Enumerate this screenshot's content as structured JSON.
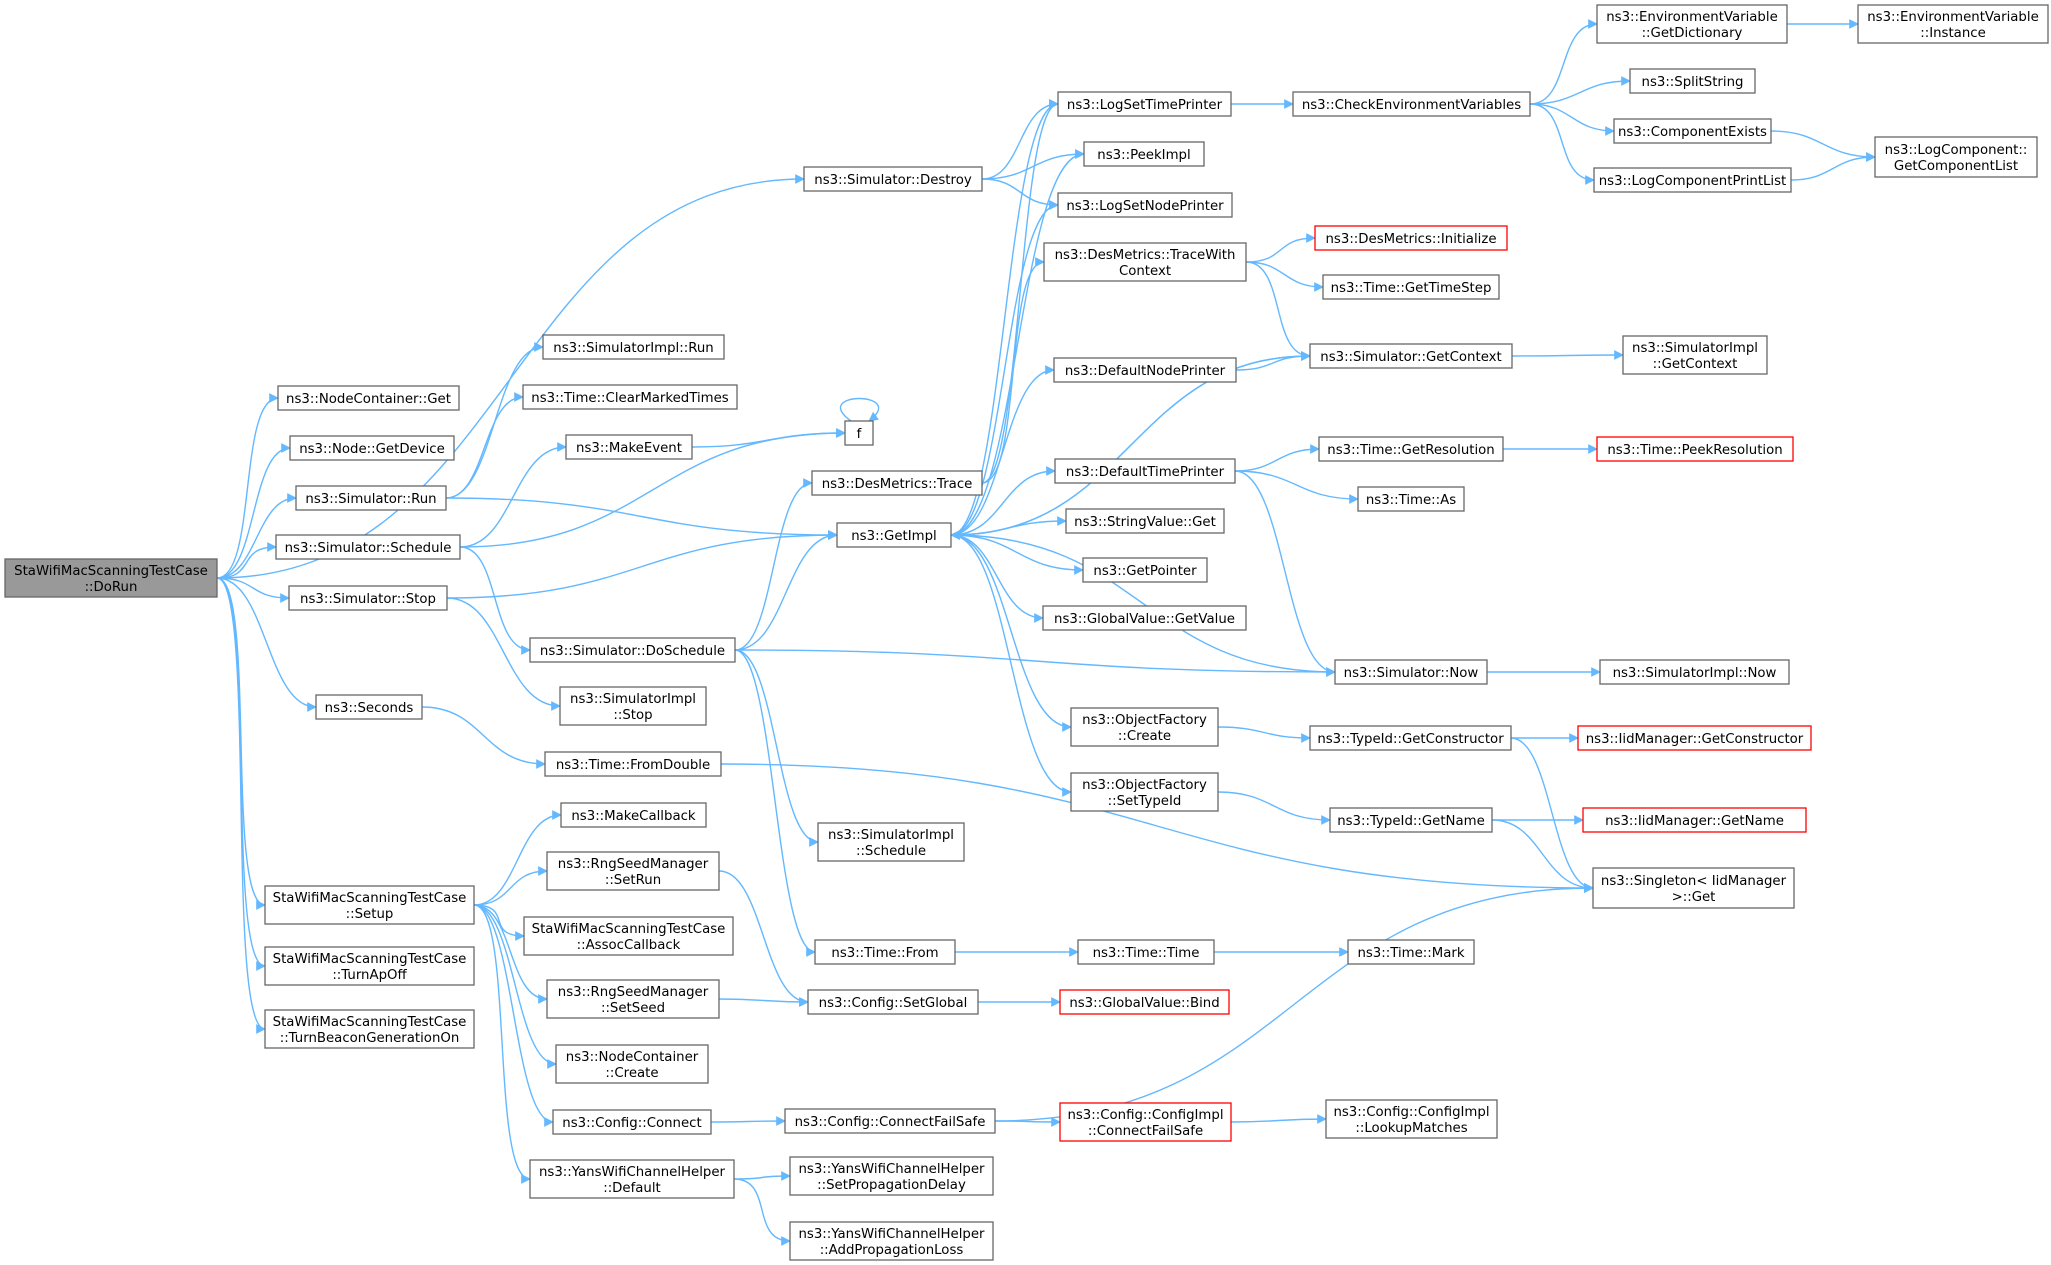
{
  "colors": {
    "edge": "#63b8ff",
    "node_border": "#666666",
    "root_fill": "#999999",
    "truncated_border": "#ff0000"
  },
  "nodes": [
    {
      "id": "root",
      "lines": [
        "StaWifiMacScanningTestCase",
        "::DoRun"
      ],
      "style": "root"
    },
    {
      "id": "destroy",
      "lines": [
        "ns3::Simulator::Destroy"
      ]
    },
    {
      "id": "nodecontainer_get",
      "lines": [
        "ns3::NodeContainer::Get"
      ]
    },
    {
      "id": "node_getdevice",
      "lines": [
        "ns3::Node::GetDevice"
      ]
    },
    {
      "id": "sim_run",
      "lines": [
        "ns3::Simulator::Run"
      ]
    },
    {
      "id": "sim_schedule",
      "lines": [
        "ns3::Simulator::Schedule"
      ]
    },
    {
      "id": "sim_stop",
      "lines": [
        "ns3::Simulator::Stop"
      ]
    },
    {
      "id": "seconds",
      "lines": [
        "ns3::Seconds"
      ]
    },
    {
      "id": "setup",
      "lines": [
        "StaWifiMacScanningTestCase",
        "::Setup"
      ]
    },
    {
      "id": "turnapoff",
      "lines": [
        "StaWifiMacScanningTestCase",
        "::TurnApOff"
      ]
    },
    {
      "id": "turnbeacon",
      "lines": [
        "StaWifiMacScanningTestCase",
        "::TurnBeaconGenerationOn"
      ]
    },
    {
      "id": "simimpl_run",
      "lines": [
        "ns3::SimulatorImpl::Run"
      ]
    },
    {
      "id": "clearmarked",
      "lines": [
        "ns3::Time::ClearMarkedTimes"
      ]
    },
    {
      "id": "makeevent",
      "lines": [
        "ns3::MakeEvent"
      ]
    },
    {
      "id": "f",
      "lines": [
        "f"
      ]
    },
    {
      "id": "desmetrics_trace",
      "lines": [
        "ns3::DesMetrics::Trace"
      ]
    },
    {
      "id": "getimpl",
      "lines": [
        "ns3::GetImpl"
      ]
    },
    {
      "id": "doschedule",
      "lines": [
        "ns3::Simulator::DoSchedule"
      ]
    },
    {
      "id": "simimpl_stop",
      "lines": [
        "ns3::SimulatorImpl",
        "::Stop"
      ]
    },
    {
      "id": "fromdouble",
      "lines": [
        "ns3::Time::FromDouble"
      ]
    },
    {
      "id": "makecallback",
      "lines": [
        "ns3::MakeCallback"
      ]
    },
    {
      "id": "rng_setrun",
      "lines": [
        "ns3::RngSeedManager",
        "::SetRun"
      ]
    },
    {
      "id": "assoccallback",
      "lines": [
        "StaWifiMacScanningTestCase",
        "::AssocCallback"
      ]
    },
    {
      "id": "rng_setseed",
      "lines": [
        "ns3::RngSeedManager",
        "::SetSeed"
      ]
    },
    {
      "id": "nc_create",
      "lines": [
        "ns3::NodeContainer",
        "::Create"
      ]
    },
    {
      "id": "config_connect",
      "lines": [
        "ns3::Config::Connect"
      ]
    },
    {
      "id": "yans_default",
      "lines": [
        "ns3::YansWifiChannelHelper",
        "::Default"
      ]
    },
    {
      "id": "simimpl_schedule",
      "lines": [
        "ns3::SimulatorImpl",
        "::Schedule"
      ]
    },
    {
      "id": "time_from",
      "lines": [
        "ns3::Time::From"
      ]
    },
    {
      "id": "config_setglobal",
      "lines": [
        "ns3::Config::SetGlobal"
      ]
    },
    {
      "id": "config_connectfailsafe",
      "lines": [
        "ns3::Config::ConnectFailSafe"
      ]
    },
    {
      "id": "yans_setprop",
      "lines": [
        "ns3::YansWifiChannelHelper",
        "::SetPropagationDelay"
      ]
    },
    {
      "id": "yans_addloss",
      "lines": [
        "ns3::YansWifiChannelHelper",
        "::AddPropagationLoss"
      ]
    },
    {
      "id": "logsettimeprinter",
      "lines": [
        "ns3::LogSetTimePrinter"
      ]
    },
    {
      "id": "peekimpl",
      "lines": [
        "ns3::PeekImpl"
      ]
    },
    {
      "id": "logsetnodeprinter",
      "lines": [
        "ns3::LogSetNodePrinter"
      ]
    },
    {
      "id": "desmetrics_tracewithcontext",
      "lines": [
        "ns3::DesMetrics::TraceWith",
        "Context"
      ]
    },
    {
      "id": "defaultnodeprinter",
      "lines": [
        "ns3::DefaultNodePrinter"
      ]
    },
    {
      "id": "defaulttimeprinter",
      "lines": [
        "ns3::DefaultTimePrinter"
      ]
    },
    {
      "id": "stringvalue_get",
      "lines": [
        "ns3::StringValue::Get"
      ]
    },
    {
      "id": "getpointer",
      "lines": [
        "ns3::GetPointer"
      ]
    },
    {
      "id": "globalvalue_getvalue",
      "lines": [
        "ns3::GlobalValue::GetValue"
      ]
    },
    {
      "id": "of_create",
      "lines": [
        "ns3::ObjectFactory",
        "::Create"
      ]
    },
    {
      "id": "of_settypeid",
      "lines": [
        "ns3::ObjectFactory",
        "::SetTypeId"
      ]
    },
    {
      "id": "time_time",
      "lines": [
        "ns3::Time::Time"
      ]
    },
    {
      "id": "globalvalue_bind",
      "lines": [
        "ns3::GlobalValue::Bind"
      ],
      "style": "trunc"
    },
    {
      "id": "configimpl_connectfailsafe",
      "lines": [
        "ns3::Config::ConfigImpl",
        "::ConnectFailSafe"
      ],
      "style": "trunc"
    },
    {
      "id": "checkenv",
      "lines": [
        "ns3::CheckEnvironmentVariables"
      ]
    },
    {
      "id": "desmetrics_initialize",
      "lines": [
        "ns3::DesMetrics::Initialize"
      ],
      "style": "trunc"
    },
    {
      "id": "time_gettimestep",
      "lines": [
        "ns3::Time::GetTimeStep"
      ]
    },
    {
      "id": "sim_getcontext",
      "lines": [
        "ns3::Simulator::GetContext"
      ]
    },
    {
      "id": "time_getresolution",
      "lines": [
        "ns3::Time::GetResolution"
      ]
    },
    {
      "id": "time_as",
      "lines": [
        "ns3::Time::As"
      ]
    },
    {
      "id": "sim_now",
      "lines": [
        "ns3::Simulator::Now"
      ]
    },
    {
      "id": "typeid_getconstructor",
      "lines": [
        "ns3::TypeId::GetConstructor"
      ]
    },
    {
      "id": "typeid_getname",
      "lines": [
        "ns3::TypeId::GetName"
      ]
    },
    {
      "id": "time_mark",
      "lines": [
        "ns3::Time::Mark"
      ]
    },
    {
      "id": "configimpl_lookup",
      "lines": [
        "ns3::Config::ConfigImpl",
        "::LookupMatches"
      ]
    },
    {
      "id": "envvar_getdict",
      "lines": [
        "ns3::EnvironmentVariable",
        "::GetDictionary"
      ]
    },
    {
      "id": "splitstring",
      "lines": [
        "ns3::SplitString"
      ]
    },
    {
      "id": "componentexists",
      "lines": [
        "ns3::ComponentExists"
      ]
    },
    {
      "id": "logcomponentprintlist",
      "lines": [
        "ns3::LogComponentPrintList"
      ]
    },
    {
      "id": "simimpl_getcontext",
      "lines": [
        "ns3::SimulatorImpl",
        "::GetContext"
      ]
    },
    {
      "id": "time_peekresolution",
      "lines": [
        "ns3::Time::PeekResolution"
      ],
      "style": "trunc"
    },
    {
      "id": "simimpl_now",
      "lines": [
        "ns3::SimulatorImpl::Now"
      ]
    },
    {
      "id": "iid_getconstructor",
      "lines": [
        "ns3::IidManager::GetConstructor"
      ],
      "style": "trunc"
    },
    {
      "id": "iid_getname",
      "lines": [
        "ns3::IidManager::GetName"
      ],
      "style": "trunc"
    },
    {
      "id": "singleton_get",
      "lines": [
        "ns3::Singleton< IidManager",
        " >::Get"
      ]
    },
    {
      "id": "envvar_instance",
      "lines": [
        "ns3::EnvironmentVariable",
        "::Instance"
      ]
    },
    {
      "id": "logcomponent_getlist",
      "lines": [
        "ns3::LogComponent::",
        "GetComponentList"
      ]
    }
  ],
  "edges": [
    [
      "root",
      "destroy"
    ],
    [
      "root",
      "nodecontainer_get"
    ],
    [
      "root",
      "node_getdevice"
    ],
    [
      "root",
      "sim_run"
    ],
    [
      "root",
      "sim_schedule"
    ],
    [
      "root",
      "sim_stop"
    ],
    [
      "root",
      "seconds"
    ],
    [
      "root",
      "setup"
    ],
    [
      "root",
      "turnapoff"
    ],
    [
      "root",
      "turnbeacon"
    ],
    [
      "destroy",
      "logsettimeprinter"
    ],
    [
      "destroy",
      "peekimpl"
    ],
    [
      "destroy",
      "logsetnodeprinter"
    ],
    [
      "sim_run",
      "simimpl_run"
    ],
    [
      "sim_run",
      "clearmarked"
    ],
    [
      "sim_run",
      "getimpl"
    ],
    [
      "sim_schedule",
      "makeevent"
    ],
    [
      "sim_schedule",
      "f"
    ],
    [
      "sim_schedule",
      "doschedule"
    ],
    [
      "sim_stop",
      "getimpl"
    ],
    [
      "sim_stop",
      "simimpl_stop"
    ],
    [
      "seconds",
      "fromdouble"
    ],
    [
      "setup",
      "makecallback"
    ],
    [
      "setup",
      "rng_setrun"
    ],
    [
      "setup",
      "assoccallback"
    ],
    [
      "setup",
      "rng_setseed"
    ],
    [
      "setup",
      "nc_create"
    ],
    [
      "setup",
      "config_connect"
    ],
    [
      "setup",
      "yans_default"
    ],
    [
      "makeevent",
      "f"
    ],
    [
      "f",
      "f"
    ],
    [
      "doschedule",
      "desmetrics_trace"
    ],
    [
      "doschedule",
      "getimpl"
    ],
    [
      "doschedule",
      "sim_now"
    ],
    [
      "doschedule",
      "simimpl_schedule"
    ],
    [
      "doschedule",
      "time_from"
    ],
    [
      "desmetrics_trace",
      "desmetrics_tracewithcontext"
    ],
    [
      "desmetrics_trace",
      "logsettimeprinter"
    ],
    [
      "getimpl",
      "logsettimeprinter"
    ],
    [
      "getimpl",
      "peekimpl"
    ],
    [
      "getimpl",
      "logsetnodeprinter"
    ],
    [
      "getimpl",
      "defaultnodeprinter"
    ],
    [
      "getimpl",
      "defaulttimeprinter"
    ],
    [
      "getimpl",
      "stringvalue_get"
    ],
    [
      "getimpl",
      "getpointer"
    ],
    [
      "getimpl",
      "globalvalue_getvalue"
    ],
    [
      "getimpl",
      "of_create"
    ],
    [
      "getimpl",
      "of_settypeid"
    ],
    [
      "getimpl",
      "sim_getcontext"
    ],
    [
      "fromdouble",
      "singleton_get"
    ],
    [
      "rng_setrun",
      "config_setglobal"
    ],
    [
      "rng_setseed",
      "config_setglobal"
    ],
    [
      "config_connect",
      "config_connectfailsafe"
    ],
    [
      "yans_default",
      "yans_setprop"
    ],
    [
      "yans_default",
      "yans_addloss"
    ],
    [
      "time_from",
      "time_time"
    ],
    [
      "time_time",
      "time_mark"
    ],
    [
      "config_setglobal",
      "globalvalue_bind"
    ],
    [
      "config_connectfailsafe",
      "configimpl_connectfailsafe"
    ],
    [
      "config_connectfailsafe",
      "singleton_get"
    ],
    [
      "configimpl_connectfailsafe",
      "configimpl_lookup"
    ],
    [
      "logsettimeprinter",
      "checkenv"
    ],
    [
      "desmetrics_tracewithcontext",
      "desmetrics_initialize"
    ],
    [
      "desmetrics_tracewithcontext",
      "time_gettimestep"
    ],
    [
      "desmetrics_tracewithcontext",
      "sim_getcontext"
    ],
    [
      "defaultnodeprinter",
      "sim_getcontext"
    ],
    [
      "defaulttimeprinter",
      "time_getresolution"
    ],
    [
      "defaulttimeprinter",
      "time_as"
    ],
    [
      "defaulttimeprinter",
      "sim_now"
    ],
    [
      "of_create",
      "typeid_getconstructor"
    ],
    [
      "of_settypeid",
      "typeid_getname"
    ],
    [
      "sim_getcontext",
      "simimpl_getcontext"
    ],
    [
      "sim_getcontext",
      "getimpl"
    ],
    [
      "time_getresolution",
      "time_peekresolution"
    ],
    [
      "sim_now",
      "simimpl_now"
    ],
    [
      "sim_now",
      "getimpl"
    ],
    [
      "typeid_getconstructor",
      "iid_getconstructor"
    ],
    [
      "typeid_getconstructor",
      "singleton_get"
    ],
    [
      "typeid_getname",
      "iid_getname"
    ],
    [
      "typeid_getname",
      "singleton_get"
    ],
    [
      "checkenv",
      "envvar_getdict"
    ],
    [
      "checkenv",
      "splitstring"
    ],
    [
      "checkenv",
      "componentexists"
    ],
    [
      "checkenv",
      "logcomponentprintlist"
    ],
    [
      "envvar_getdict",
      "envvar_instance"
    ],
    [
      "componentexists",
      "logcomponent_getlist"
    ],
    [
      "logcomponentprintlist",
      "logcomponent_getlist"
    ]
  ]
}
